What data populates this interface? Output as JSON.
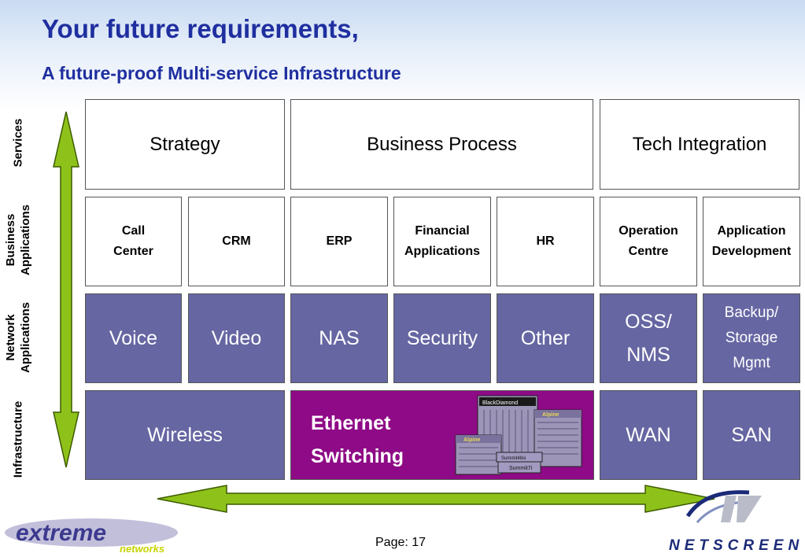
{
  "title": "Your future requirements,",
  "subtitle": "A future-proof Multi-service Infrastructure",
  "row_labels": {
    "services": "Services",
    "business_line1": "Business",
    "business_line2": "Applications",
    "network_line1": "Network",
    "network_line2": "Applications",
    "infrastructure": "Infrastructure"
  },
  "services": [
    "Strategy",
    "Business Process",
    "Tech Integration"
  ],
  "business_apps": [
    "Call\nCenter",
    "CRM",
    "ERP",
    "Financial\nApplications",
    "HR",
    "Operation\nCentre",
    "Application\nDevelopment"
  ],
  "network_apps": [
    "Voice",
    "Video",
    "NAS",
    "Security",
    "Other",
    "OSS/\nNMS",
    "Backup/\nStorage\nMgmt"
  ],
  "infrastructure": {
    "wireless": "Wireless",
    "ethernet": "Ethernet\nSwitching",
    "wan": "WAN",
    "san": "SAN"
  },
  "hardware_labels": {
    "black_diamond": "BlackDiamond",
    "alpine_top": "Alpine",
    "alpine_front": "Alpine",
    "summit48": "Summit48si",
    "summit7i": "Summit7i"
  },
  "footer": {
    "page": "Page: 17",
    "logo_left_top": "extreme",
    "logo_left_bottom": "networks",
    "logo_right": "NETSCREEN"
  },
  "colors": {
    "title": "#1f2fa0",
    "box_purple": "#6666a3",
    "ethernet_magenta": "#8e0a86",
    "arrow_green": "#8ec21a"
  }
}
